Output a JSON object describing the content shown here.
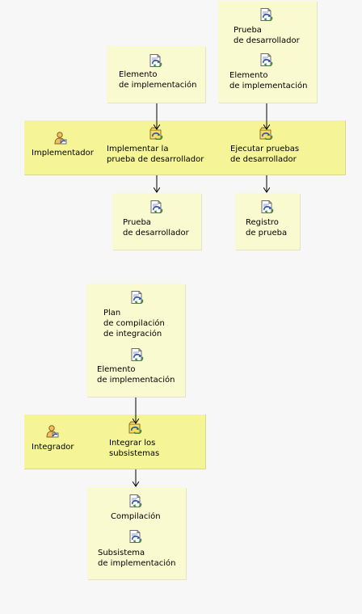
{
  "diagram1": {
    "role": "Implementador",
    "inputs": {
      "left": [
        "Elemento",
        "de implementación"
      ],
      "right_top": [
        "Prueba",
        "de desarrollador"
      ],
      "right_bottom": [
        "Elemento",
        "de implementación"
      ]
    },
    "tasks": {
      "implement": [
        "Implementar la",
        "prueba de desarrollador"
      ],
      "execute": [
        "Ejecutar pruebas",
        "de desarrollador"
      ]
    },
    "outputs": {
      "left": [
        "Prueba",
        "de desarrollador"
      ],
      "right": [
        "Registro",
        "de prueba"
      ]
    }
  },
  "diagram2": {
    "role": "Integrador",
    "inputs": {
      "top": [
        "Plan",
        "de compilación",
        "de integración"
      ],
      "bottom": [
        "Elemento",
        "de implementación"
      ]
    },
    "task": [
      "Integrar los",
      "subsistemas"
    ],
    "outputs": {
      "top": [
        "Compilación"
      ],
      "bottom": [
        "Subsistema",
        "de implementación"
      ]
    }
  },
  "icons": {
    "artifact": "artifact-document-icon",
    "task": "task-icon",
    "role": "role-person-icon"
  }
}
